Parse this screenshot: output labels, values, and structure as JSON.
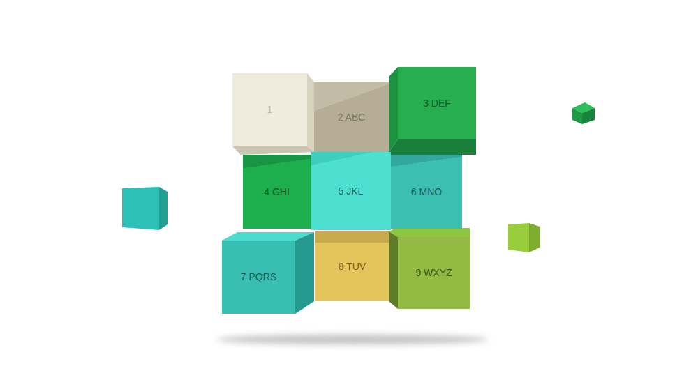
{
  "diagram": {
    "nodes": [
      {
        "text": [
          "1"
        ]
      },
      {
        "text": [
          "2 ABC"
        ]
      },
      {
        "text": [
          "3 DEF"
        ]
      },
      {
        "text": [
          "4 GHI"
        ]
      },
      {
        "text": [
          "5 JKL"
        ]
      },
      {
        "text": [
          "6 MNO"
        ]
      },
      {
        "text": [
          "7 PQRS"
        ]
      },
      {
        "text": [
          "8 TUV"
        ]
      },
      {
        "text": [
          "9 WXYZ"
        ]
      }
    ]
  }
}
